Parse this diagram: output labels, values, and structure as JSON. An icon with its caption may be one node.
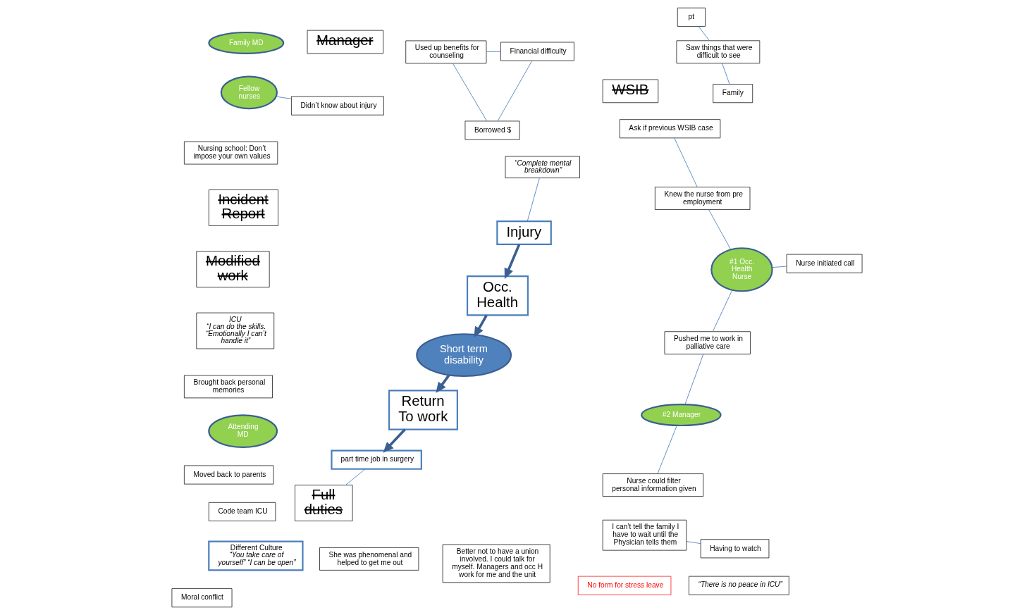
{
  "diagram": {
    "nodes": [
      {
        "text": [
          "Different Culture",
          "“You take care of yourself” “I can be open”"
        ]
      },
      {
        "text": [
          "Ask if previous WSIB case"
        ]
      },
      {
        "text": [
          "Knew the nurse from pre employment"
        ]
      },
      {
        "text": [
          "Better not to have a union involved. I could talk for myself. Managers and occ H work for me and the unit"
        ]
      },
      {
        "text": [
          "Nurse initiated call"
        ]
      },
      {
        "text": [
          "#1 Occ. Health Nurse"
        ]
      },
      {
        "text": [
          "She was phenomenal and helped to get me out"
        ]
      },
      {
        "text": [
          "“Complete mental breakdown”"
        ]
      },
      {
        "text": [
          "Occ. Health"
        ]
      },
      {
        "text": [
          "Short term disability"
        ]
      },
      {
        "text": [
          "Fellow nurses"
        ]
      },
      {
        "text": [
          "Didn’t know about injury"
        ]
      },
      {
        "text": [
          "Injury"
        ]
      },
      {
        "text": [
          "Incident Report"
        ]
      },
      {
        "text": [
          "WSIB"
        ]
      },
      {
        "text": [
          "Return To work"
        ]
      },
      {
        "text": [
          "Modified work"
        ]
      },
      {
        "text": [
          "Full duties"
        ]
      },
      {
        "text": [
          "No form for stress leave"
        ]
      },
      {
        "text": [
          "Manager"
        ]
      },
      {
        "text": [
          "part time job in surgery"
        ]
      },
      {
        "text": [
          "ICU",
          "“I can do the skills. “Emotionally I can’t handle it”"
        ]
      },
      {
        "text": [
          "Nursing school: Don’t impose your own values"
        ]
      },
      {
        "text": [
          "#2 Manager"
        ]
      },
      {
        "text": [
          "I can’t tell the family I have to wait until the Physician tells them"
        ]
      },
      {
        "text": [
          "Moral conflict"
        ]
      },
      {
        "text": [
          "pt"
        ]
      },
      {
        "text": [
          "Saw things that were difficult to see"
        ]
      },
      {
        "text": [
          "Having to watch"
        ]
      },
      {
        "text": [
          "Brought back personal memories"
        ]
      },
      {
        "text": [
          "Family"
        ]
      },
      {
        "text": [
          "Pushed me to work in palliative care"
        ]
      },
      {
        "text": [
          "Used up benefits for counseling"
        ]
      },
      {
        "text": [
          "Attending MD"
        ]
      },
      {
        "text": [
          "Family MD"
        ]
      },
      {
        "text": [
          "Nurse could filter personal information given"
        ]
      },
      {
        "text": [
          "Code team ICU"
        ]
      },
      {
        "text": [
          "Financial difficulty"
        ]
      },
      {
        "text": [
          "Borrowed $"
        ]
      },
      {
        "text": [
          "“There is no peace in ICU”"
        ]
      },
      {
        "text": [
          "Moved back to parents"
        ]
      }
    ],
    "edges": [
      {
        "from": 1,
        "to": 2,
        "arrow": "none"
      },
      {
        "from": 2,
        "to": 5,
        "arrow": "none"
      },
      {
        "from": 4,
        "to": 5,
        "arrow": "none"
      },
      {
        "from": 5,
        "to": 31,
        "arrow": "none"
      },
      {
        "from": 7,
        "to": 12,
        "arrow": "none"
      },
      {
        "from": 12,
        "to": 8,
        "arrow": "to",
        "style": "thick"
      },
      {
        "from": 8,
        "to": 9,
        "arrow": "to",
        "style": "thick"
      },
      {
        "from": 9,
        "to": 15,
        "arrow": "to",
        "style": "thick"
      },
      {
        "from": 15,
        "to": 20,
        "arrow": "to",
        "style": "thick"
      },
      {
        "from": 10,
        "to": 11,
        "arrow": "none"
      },
      {
        "from": 17,
        "to": 20,
        "arrow": "none"
      },
      {
        "from": 23,
        "to": 31,
        "arrow": "none"
      },
      {
        "from": 23,
        "to": 35,
        "arrow": "none"
      },
      {
        "from": 24,
        "to": 28,
        "arrow": "none"
      },
      {
        "from": 27,
        "to": 26,
        "arrow": "none"
      },
      {
        "from": 27,
        "to": 30,
        "arrow": "none"
      },
      {
        "from": 32,
        "to": 37,
        "arrow": "none"
      },
      {
        "from": 32,
        "to": 38,
        "arrow": "none"
      },
      {
        "from": 37,
        "to": 38,
        "arrow": "none"
      }
    ]
  }
}
